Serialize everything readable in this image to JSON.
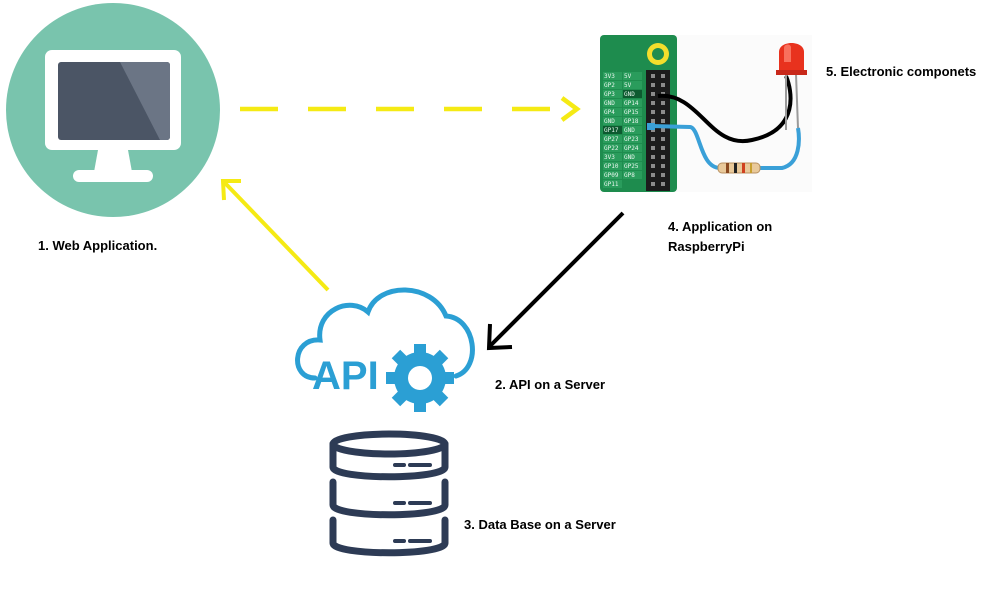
{
  "colors": {
    "monitor_circle": "#79c4ad",
    "monitor_screen": "#4a5568",
    "api_blue": "#2b9fd4",
    "database_navy": "#2d3b55",
    "raspberry_green": "#1e8c4e",
    "arrow_yellow": "#f5ea14",
    "arrow_black": "#000000",
    "led_red": "#e8321e",
    "wire_blue": "#3aa0d8"
  },
  "nodes": {
    "web_app": {
      "label": "1. Web Application.",
      "icon": "monitor-icon"
    },
    "api": {
      "label": "2. API on a Server",
      "icon": "api-cloud-gear-icon",
      "icon_text": "API"
    },
    "database": {
      "label": "3. Data Base on a Server",
      "icon": "database-icon"
    },
    "raspberry": {
      "label_line1": "4. Application on",
      "label_line2": "RaspberryPi",
      "icon": "gpio-board-icon"
    },
    "electronics": {
      "label": "5. Electronic componets",
      "icon": "led-resistor-icon"
    }
  },
  "gpio_pins": {
    "left": [
      "3V3",
      "GP2",
      "GP3",
      "GND",
      "GP4",
      "GND",
      "GP17",
      "GP27",
      "GP22",
      "3V3",
      "GP10",
      "GP09",
      "GP11"
    ],
    "right": [
      "5V",
      "5V",
      "GND",
      "GP14",
      "GP15",
      "GP18",
      "GND",
      "GP23",
      "GP24",
      "GND",
      "GP25",
      "GP8"
    ]
  },
  "edges": [
    {
      "from": "web_app",
      "to": "raspberry",
      "style": "dashed",
      "color": "yellow"
    },
    {
      "from": "api",
      "to": "web_app",
      "style": "solid",
      "color": "yellow"
    },
    {
      "from": "raspberry",
      "to": "api",
      "style": "solid",
      "color": "black"
    }
  ]
}
